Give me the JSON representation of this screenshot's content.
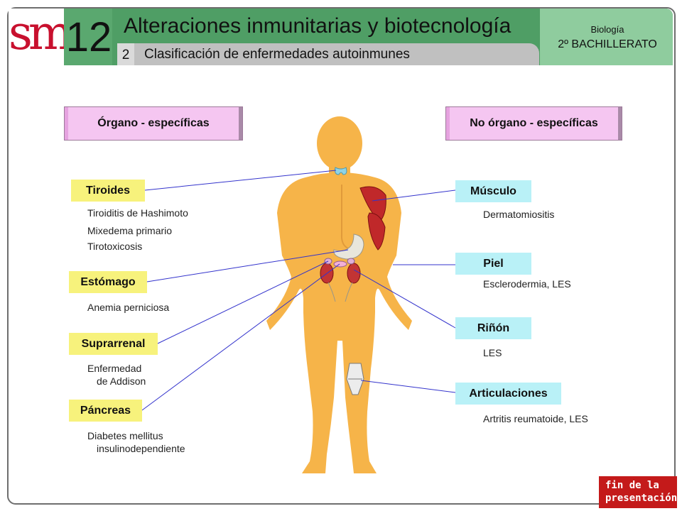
{
  "header": {
    "logo": "sm",
    "unit_number": "12",
    "title": "Alteraciones inmunitarias y biotecnología",
    "section_number": "2",
    "section_title": "Clasificación de enfermedades autoinmunes",
    "subject": "Biología",
    "level": "2º BACHILLERATO"
  },
  "colors": {
    "header_green": "#4f9e65",
    "category_pink": "#f5c6f1",
    "organ_yellow": "#f7f27c",
    "tissue_cyan": "#b9f1f7",
    "connector_blue": "#3333cc",
    "body_orange": "#f5b14a",
    "button_red": "#c41a1a"
  },
  "categories": {
    "organ_specific": "Órgano - específicas",
    "non_organ_specific": "No órgano - específicas"
  },
  "organ_specific": [
    {
      "label": "Tiroides",
      "diseases": [
        "Tiroiditis de Hashimoto",
        "Mixedema primario",
        "Tirotoxicosis"
      ]
    },
    {
      "label": "Estómago",
      "diseases": [
        "Anemia perniciosa"
      ]
    },
    {
      "label": "Suprarrenal",
      "diseases": [
        "Enfermedad",
        "de Addison"
      ]
    },
    {
      "label": "Páncreas",
      "diseases": [
        "Diabetes mellitus",
        "insulinodependiente"
      ]
    }
  ],
  "non_organ_specific": [
    {
      "label": "Músculo",
      "diseases": [
        "Dermatomiositis"
      ]
    },
    {
      "label": "Piel",
      "diseases": [
        "Esclerodermia, LES"
      ]
    },
    {
      "label": "Riñón",
      "diseases": [
        "LES"
      ]
    },
    {
      "label": "Articulaciones",
      "diseases": [
        "Artritis reumatoide, LES"
      ]
    }
  ],
  "footer": {
    "end_button_line1": "fin de la",
    "end_button_line2": "presentación"
  }
}
